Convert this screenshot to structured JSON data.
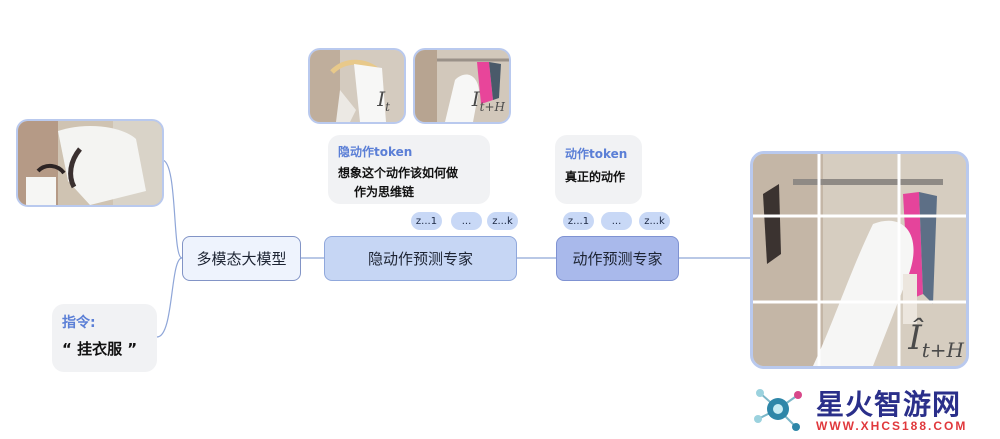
{
  "instruction": {
    "title": "指令:",
    "text": "“ 挂衣服 ”"
  },
  "vlm": {
    "label": "多模态大模型"
  },
  "latent_expert": {
    "label": "隐动作预测专家"
  },
  "action_expert": {
    "label": "动作预测专家"
  },
  "latent_note": {
    "title": "隐动作token",
    "line1": "想象这个动作该如何做",
    "line2": "作为思维链"
  },
  "action_note": {
    "title": "动作token",
    "line1": "真正的动作"
  },
  "latent_tokens": [
    "z...1",
    "...",
    "z...k"
  ],
  "action_tokens": [
    "z...1",
    "...",
    "z...k"
  ],
  "frame_labels": {
    "current": "I",
    "current_sub": "t",
    "future": "I",
    "future_sub": "t+H",
    "predicted": "Î",
    "predicted_sub": "t+H"
  },
  "watermark": {
    "name": "星火智游网",
    "url": "WWW.XHCS188.COM"
  },
  "colors": {
    "accent": "#5b7fd6",
    "box_light": "#eef3fd",
    "box_mid": "#c6d6f4",
    "box_dark": "#a9b9eb",
    "border": "#7f96cf",
    "photo_border": "#b9c9ee",
    "watermark_red": "#e0383c"
  }
}
